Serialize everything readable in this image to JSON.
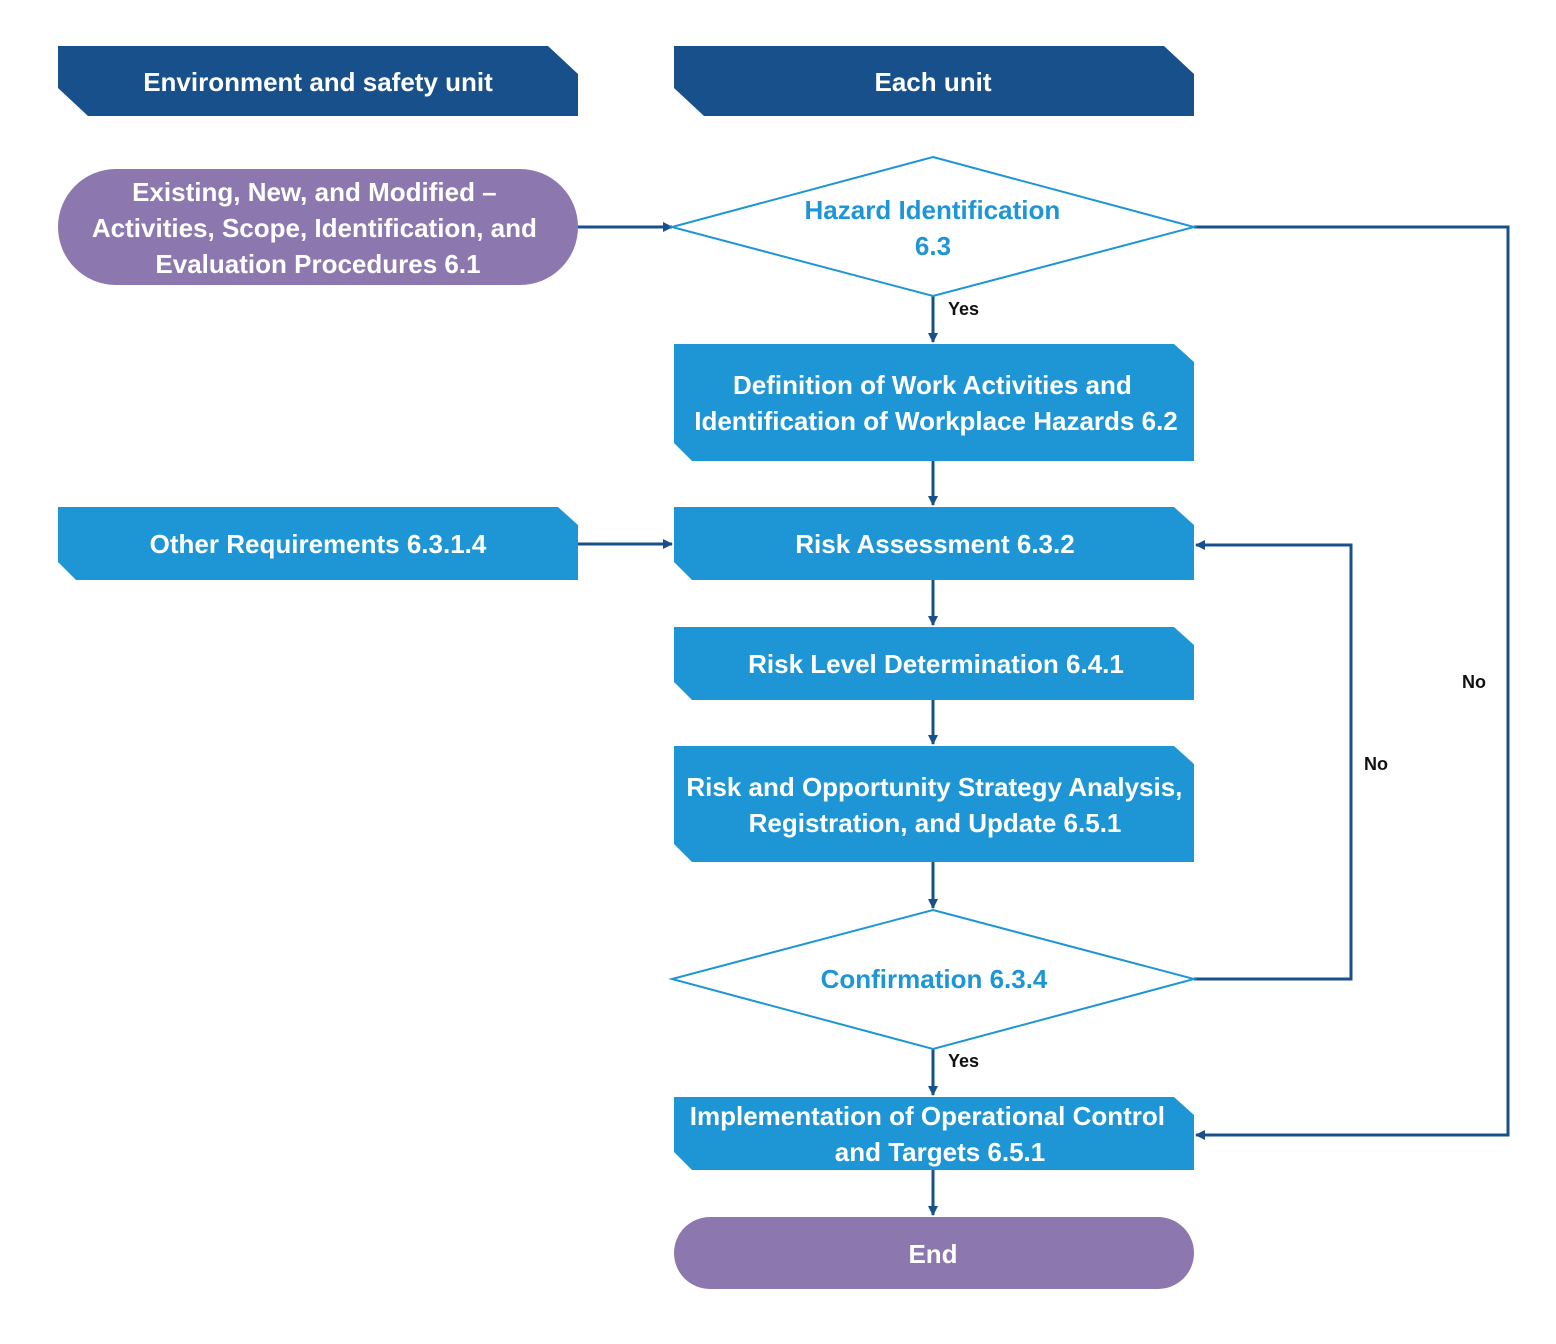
{
  "colors": {
    "header": "#18508c",
    "process": "#1e96d5",
    "terminal": "#8c78ae",
    "decision_stroke": "#1e96d5",
    "decision_text": "#1e96d5",
    "connector": "#18508c",
    "white_text": "#ffffff",
    "label_text": "#111111"
  },
  "headers": {
    "left": "Environment and safety unit",
    "right": "Each unit"
  },
  "nodes": {
    "start": {
      "line1": "Existing, New, and Modified –",
      "line2": "Activities, Scope, Identification, and",
      "line3": "Evaluation Procedures 6.1"
    },
    "hazard_identification": {
      "line1": "Hazard Identification",
      "line2": "6.3"
    },
    "definition": {
      "line1": "Definition of Work Activities and",
      "line2": "Identification of Workplace Hazards 6.2"
    },
    "other_requirements": {
      "line1": "Other Requirements 6.3.1.4"
    },
    "risk_assessment": {
      "line1": "Risk Assessment 6.3.2"
    },
    "risk_level": {
      "line1": "Risk Level Determination 6.4.1"
    },
    "strategy": {
      "line1": "Risk and Opportunity Strategy Analysis,",
      "line2": "Registration, and Update 6.5.1"
    },
    "confirmation": {
      "line1": "Confirmation 6.3.4"
    },
    "implementation": {
      "line1": "Implementation of Operational Control",
      "line2": "and Targets 6.5.1"
    },
    "end": {
      "line1": "End"
    }
  },
  "edge_labels": {
    "hazard_yes": "Yes",
    "confirmation_yes": "Yes",
    "confirmation_no": "No",
    "hazard_no": "No"
  }
}
